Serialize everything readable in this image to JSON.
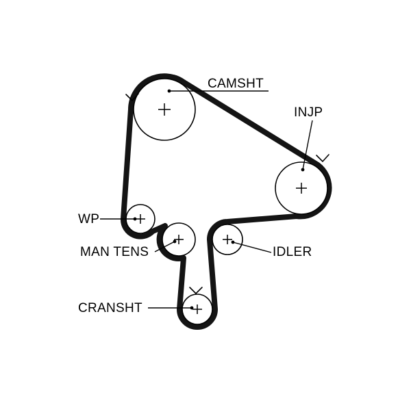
{
  "diagram": {
    "type": "timing-belt-routing",
    "labels": {
      "camsht": "CAMSHT",
      "injp": "INJP",
      "wp": "WP",
      "man_tens": "MAN TENS",
      "idler": "IDLER",
      "cransht": "CRANSHT"
    },
    "colors": {
      "belt": "#141414",
      "outline": "#000000",
      "background": "#ffffff"
    }
  }
}
